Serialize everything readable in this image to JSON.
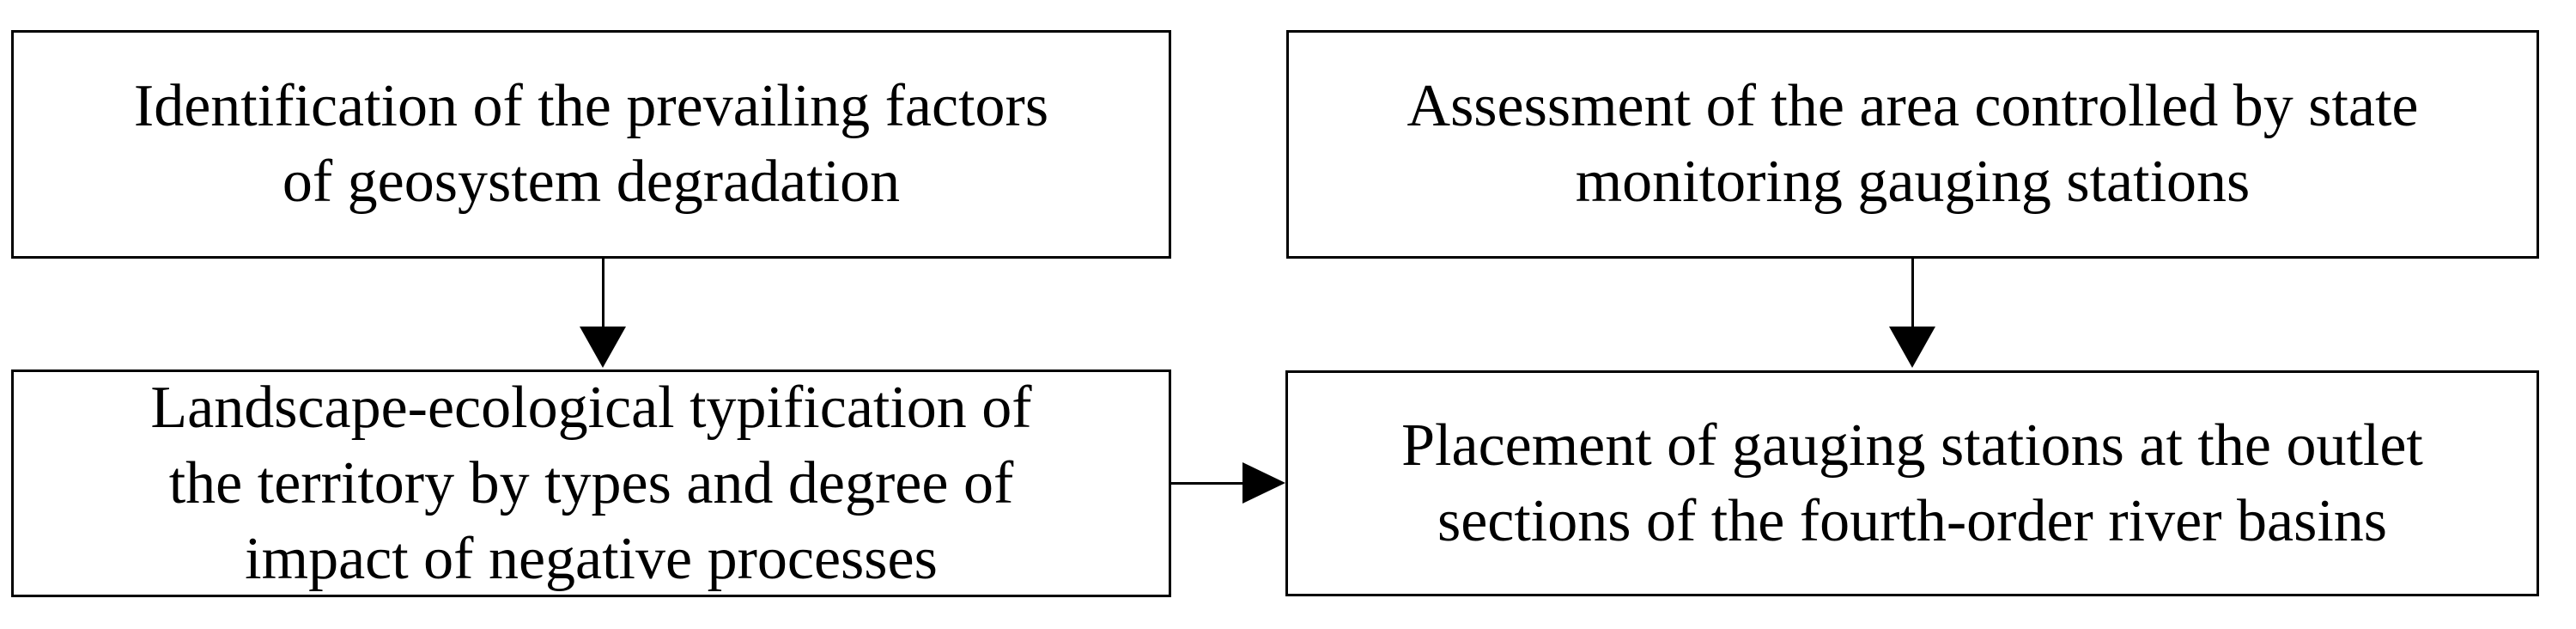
{
  "diagram": {
    "colors": {
      "background": "#ffffff",
      "border": "#000000",
      "text": "#000000",
      "arrow": "#000000"
    },
    "boxes": {
      "identification": {
        "lines": [
          "Identification of the prevailing factors",
          "of geosystem degradation"
        ]
      },
      "assessment": {
        "lines": [
          "Assessment of the area controlled by state",
          "monitoring gauging stations"
        ]
      },
      "typification": {
        "lines": [
          "Landscape-ecological typification of",
          "the territory by types and degree of",
          "impact of negative processes"
        ]
      },
      "placement": {
        "lines": [
          "Placement of gauging stations at the outlet",
          "sections of the fourth-order river basins"
        ]
      }
    },
    "arrows": [
      {
        "from": "identification",
        "to": "typification",
        "direction": "down"
      },
      {
        "from": "assessment",
        "to": "placement",
        "direction": "down"
      },
      {
        "from": "typification",
        "to": "placement",
        "direction": "right"
      }
    ]
  }
}
